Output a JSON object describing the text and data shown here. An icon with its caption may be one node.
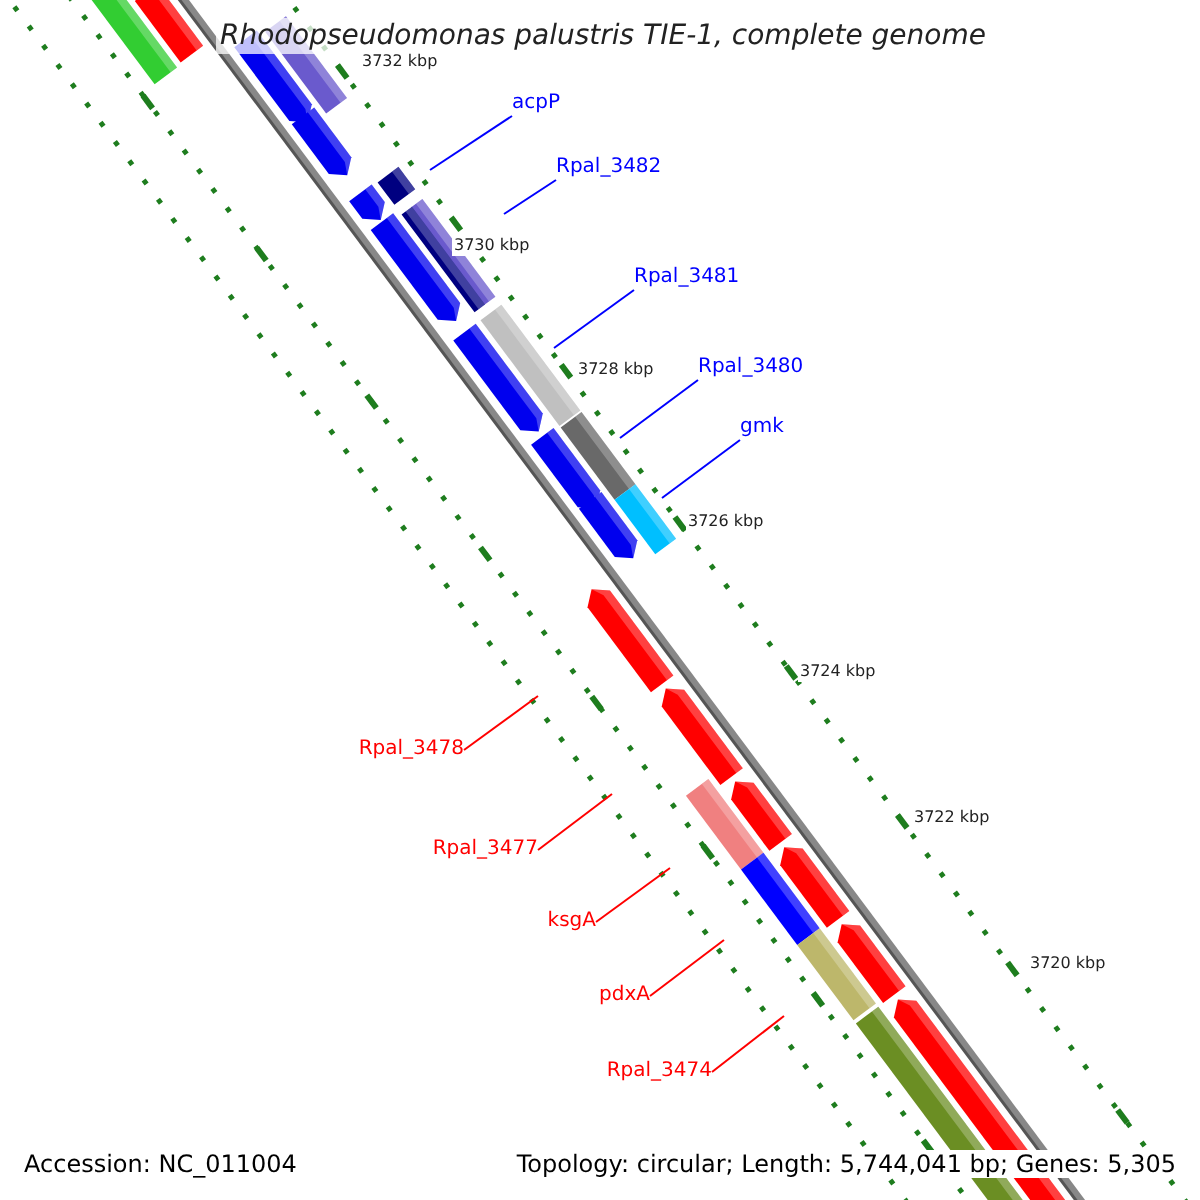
{
  "diagram": {
    "title": "Rhodopseudomonas palustris TIE-1, complete genome",
    "nodes": [
      {
        "text": [
          "acpP"
        ]
      },
      {
        "text": [
          "Rpal_3482"
        ]
      },
      {
        "text": [
          "Rpal_3481"
        ]
      },
      {
        "text": [
          "Rpal_3480"
        ]
      },
      {
        "text": [
          "gmk"
        ]
      },
      {
        "text": [
          "Rpal_3478"
        ]
      },
      {
        "text": [
          "Rpal_3477"
        ]
      },
      {
        "text": [
          "ksgA"
        ]
      },
      {
        "text": [
          "pdxA"
        ]
      },
      {
        "text": [
          "Rpal_3474"
        ]
      }
    ],
    "edges": [
      {
        "from": 0,
        "to": null,
        "arrow": "none",
        "color": "#0000ff"
      },
      {
        "from": 1,
        "to": null,
        "arrow": "none",
        "color": "#0000ff"
      },
      {
        "from": 2,
        "to": null,
        "arrow": "none",
        "color": "#0000ff"
      },
      {
        "from": 3,
        "to": null,
        "arrow": "none",
        "color": "#0000ff"
      },
      {
        "from": 4,
        "to": null,
        "arrow": "none",
        "color": "#0000ff"
      },
      {
        "from": 5,
        "to": null,
        "arrow": "none",
        "color": "#ff0000"
      },
      {
        "from": 6,
        "to": null,
        "arrow": "none",
        "color": "#ff0000"
      },
      {
        "from": 7,
        "to": null,
        "arrow": "none",
        "color": "#ff0000"
      },
      {
        "from": 8,
        "to": null,
        "arrow": "none",
        "color": "#ff0000"
      },
      {
        "from": 9,
        "to": null,
        "arrow": "none",
        "color": "#ff0000"
      }
    ],
    "labels": [
      "3732 kbp",
      "3730 kbp",
      "3728 kbp",
      "3726 kbp",
      "3724 kbp",
      "3722 kbp",
      "3720 kbp",
      "Accession: NC_011004",
      "Topology: circular; Length: 5,744,041 bp; Genes: 5,305"
    ]
  }
}
